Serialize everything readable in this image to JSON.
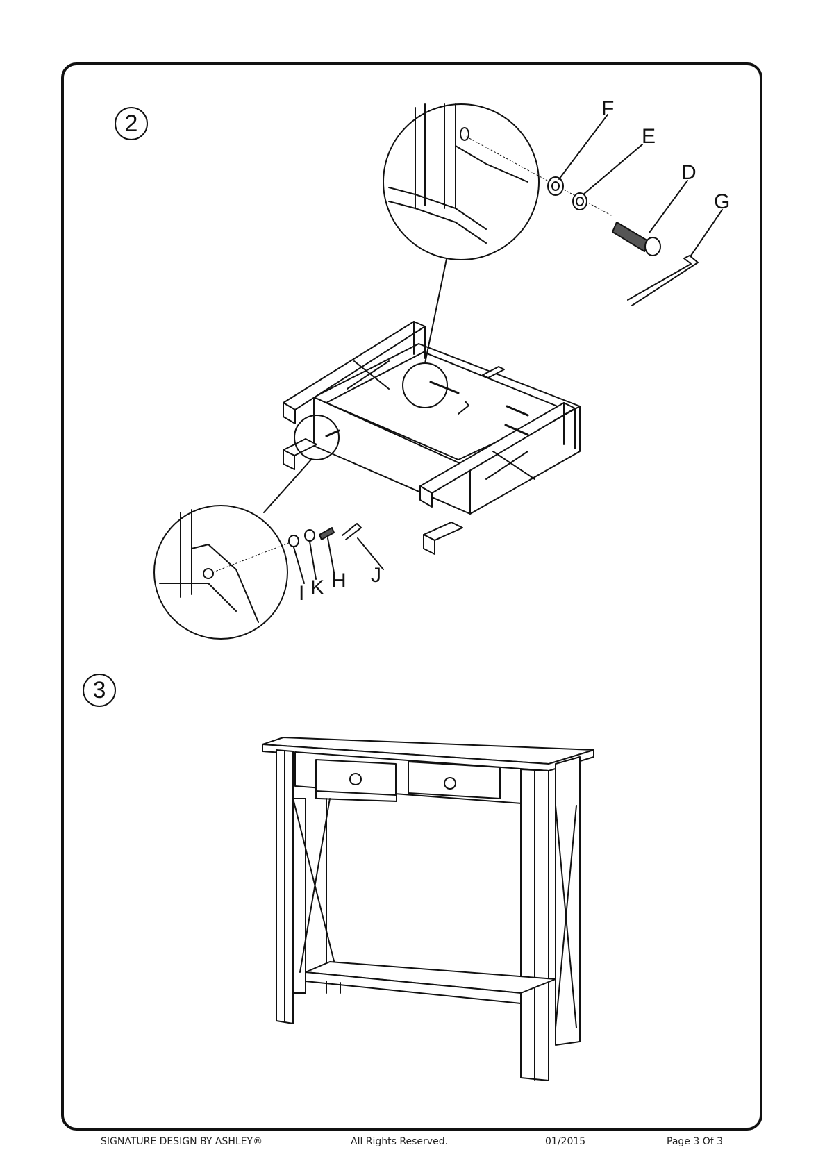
{
  "steps": {
    "step2": "2",
    "step3": "3"
  },
  "parts": {
    "F": "F",
    "E": "E",
    "D": "D",
    "G": "G",
    "I": "I",
    "K": "K",
    "H": "H",
    "J": "J"
  },
  "footer": {
    "brand": "SIGNATURE DESIGN BY ASHLEY®",
    "rights": "All Rights Reserved.",
    "date": "01/2015",
    "page": "Page 3 Of 3"
  }
}
